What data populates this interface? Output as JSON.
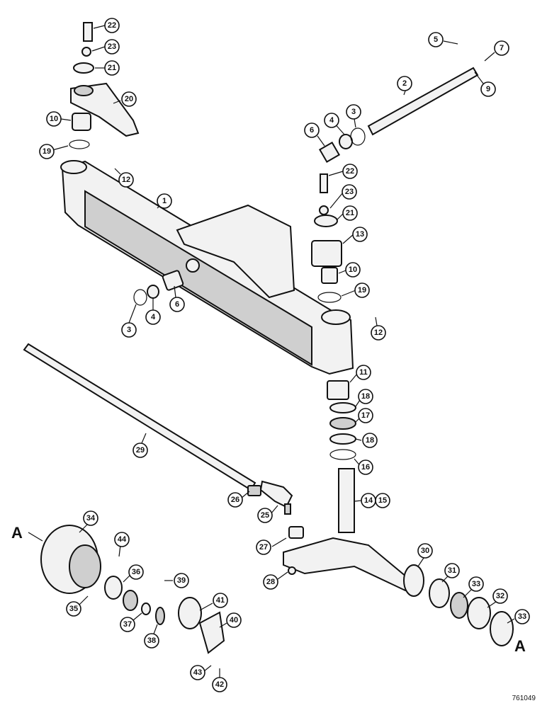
{
  "diagram": {
    "reference_marker": "A",
    "drawing_number": "761049"
  },
  "callouts": [
    {
      "label": "1"
    },
    {
      "label": "2"
    },
    {
      "label": "3"
    },
    {
      "label": "3"
    },
    {
      "label": "4"
    },
    {
      "label": "4"
    },
    {
      "label": "5"
    },
    {
      "label": "6"
    },
    {
      "label": "6"
    },
    {
      "label": "7"
    },
    {
      "label": "9"
    },
    {
      "label": "10"
    },
    {
      "label": "10"
    },
    {
      "label": "11"
    },
    {
      "label": "12"
    },
    {
      "label": "12"
    },
    {
      "label": "13"
    },
    {
      "label": "14"
    },
    {
      "label": "15"
    },
    {
      "label": "16"
    },
    {
      "label": "17"
    },
    {
      "label": "18"
    },
    {
      "label": "18"
    },
    {
      "label": "19"
    },
    {
      "label": "19"
    },
    {
      "label": "20"
    },
    {
      "label": "21"
    },
    {
      "label": "21"
    },
    {
      "label": "22"
    },
    {
      "label": "22"
    },
    {
      "label": "23"
    },
    {
      "label": "23"
    },
    {
      "label": "25"
    },
    {
      "label": "26"
    },
    {
      "label": "27"
    },
    {
      "label": "28"
    },
    {
      "label": "29"
    },
    {
      "label": "30"
    },
    {
      "label": "31"
    },
    {
      "label": "32"
    },
    {
      "label": "33"
    },
    {
      "label": "33"
    },
    {
      "label": "34"
    },
    {
      "label": "35"
    },
    {
      "label": "36"
    },
    {
      "label": "37"
    },
    {
      "label": "38"
    },
    {
      "label": "39"
    },
    {
      "label": "40"
    },
    {
      "label": "41"
    },
    {
      "label": "42"
    },
    {
      "label": "43"
    },
    {
      "label": "44"
    }
  ]
}
